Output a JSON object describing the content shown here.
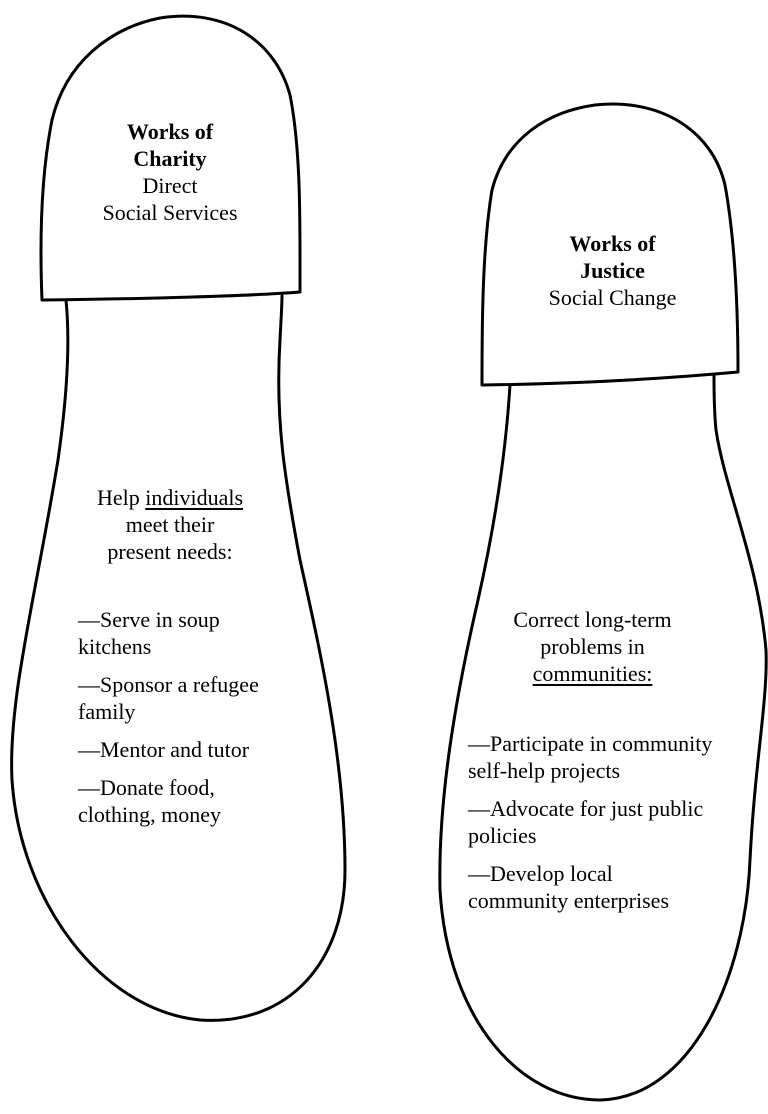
{
  "charity": {
    "heading_line1": "Works of",
    "heading_line2": "Charity",
    "sub_line1": "Direct",
    "sub_line2": "Social Services",
    "lead_prefix": "Help ",
    "lead_emph": "individuals",
    "lead_line2": "meet their",
    "lead_line3": "present needs:",
    "items": [
      "—Serve in soup kitchens",
      "—Sponsor a refugee family",
      "—Mentor and tutor",
      "—Donate food, clothing, money"
    ]
  },
  "justice": {
    "heading_line1": "Works of",
    "heading_line2": "Justice",
    "sub_line1": "Social Change",
    "lead_line1": "Correct long-term",
    "lead_line2": "problems in",
    "lead_emph": "communities:",
    "items": [
      "—Participate in community self-help projects",
      "—Advocate for just public policies",
      "—Develop local community enterprises"
    ]
  },
  "colors": {
    "ink": "#000000",
    "paper": "#ffffff"
  }
}
